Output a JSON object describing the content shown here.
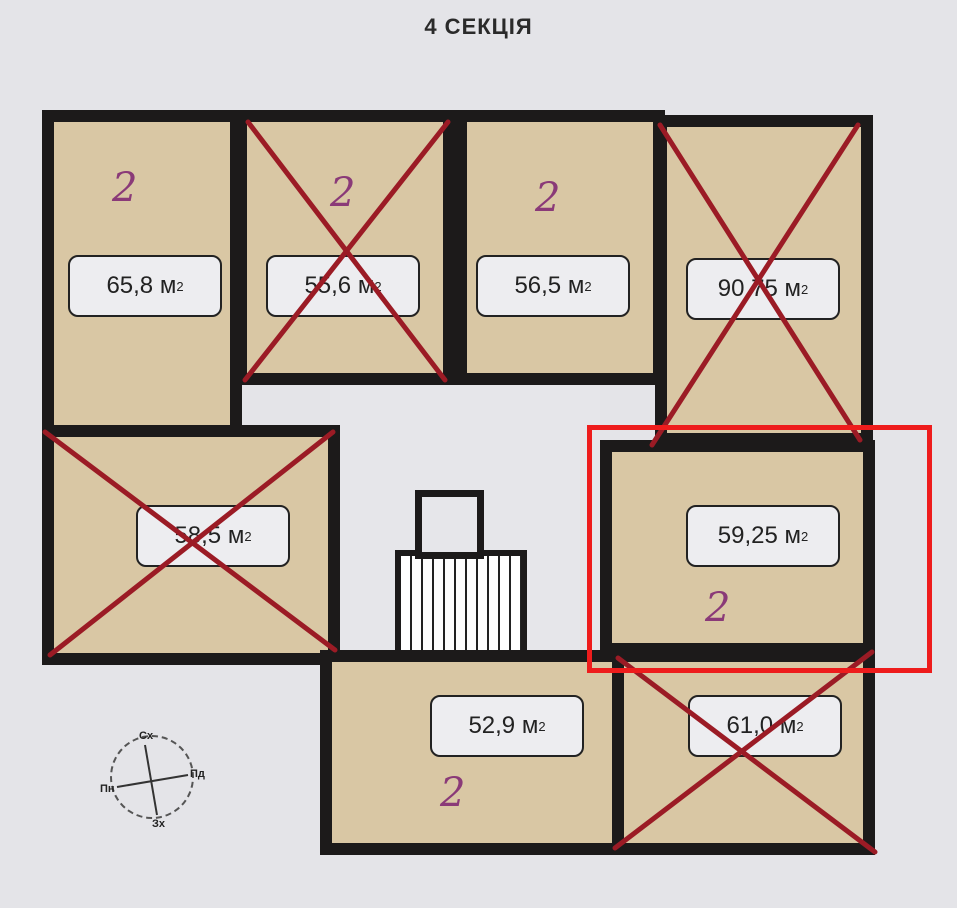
{
  "title": "4 СЕКЦІЯ",
  "apartments": [
    {
      "area": "65,8 м",
      "rooms": "2",
      "crossed": false
    },
    {
      "area": "55,6 м",
      "rooms": "2",
      "crossed": true
    },
    {
      "area": "56,5 м",
      "rooms": "2",
      "crossed": false
    },
    {
      "area": "90,75 м",
      "rooms": "",
      "crossed": true
    },
    {
      "area": "58,5 м",
      "rooms": "",
      "crossed": true
    },
    {
      "area": "59,25 м",
      "rooms": "2",
      "crossed": false,
      "highlighted": true
    },
    {
      "area": "52,9 м",
      "rooms": "2",
      "crossed": false
    },
    {
      "area": "61,0 м",
      "rooms": "",
      "crossed": true
    }
  ],
  "unit_sup": "2",
  "compass": {
    "n": "Сх",
    "e": "Пд",
    "s": "Зх",
    "w": "Пн"
  },
  "colors": {
    "cross": "#9b1b25",
    "highlight": "#ee1c1c",
    "room": "#d9c7a4"
  }
}
